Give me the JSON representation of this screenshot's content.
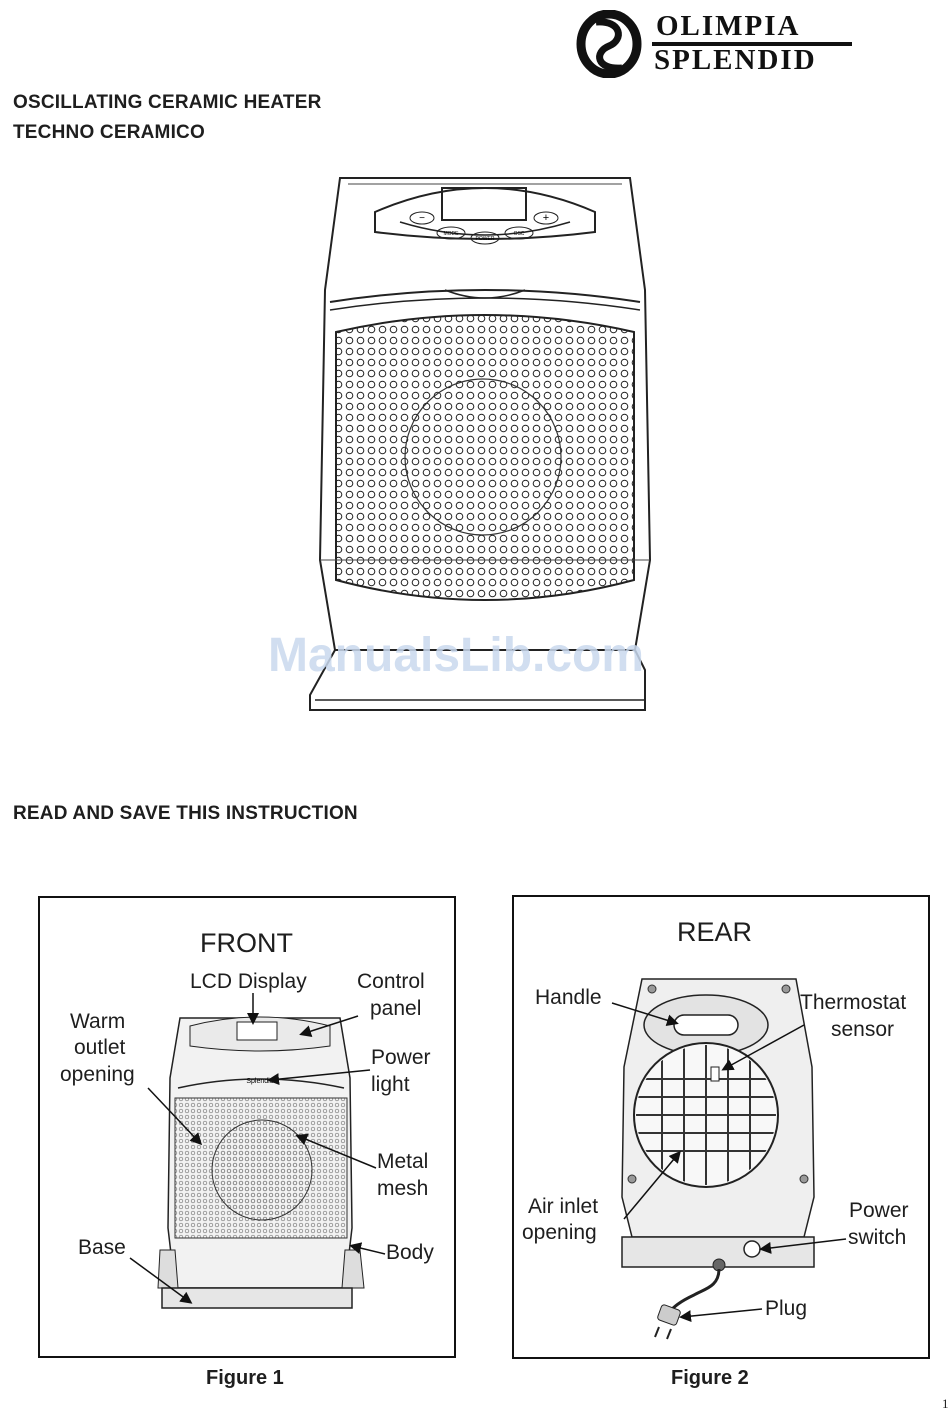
{
  "brand": {
    "line1": "OLIMPIA",
    "line2": "SPLENDID"
  },
  "title_line1": "OSCILLATING CERAMIC HEATER",
  "title_line2": "TECHNO CERAMICO",
  "watermark": "ManualsLib.com",
  "control_panel": {
    "minus": "−",
    "plus": "+",
    "btn_power": "POWER",
    "btn_mode": "MODE",
    "btn_osc": "OSC"
  },
  "instruction": "READ AND SAVE THIS INSTRUCTION",
  "figure1": {
    "title": "FRONT",
    "caption": "Figure 1",
    "badge": "Splendid",
    "labels": {
      "lcd_display": "LCD Display",
      "control_panel_1": "Control",
      "control_panel_2": "panel",
      "warm_outlet_1": "Warm",
      "warm_outlet_2": "outlet",
      "warm_outlet_3": "opening",
      "power_light_1": "Power",
      "power_light_2": "light",
      "metal_mesh_1": "Metal",
      "metal_mesh_2": "mesh",
      "base": "Base",
      "body": "Body"
    }
  },
  "figure2": {
    "title": "REAR",
    "caption": "Figure 2",
    "labels": {
      "handle": "Handle",
      "thermostat_1": "Thermostat",
      "thermostat_2": "sensor",
      "air_inlet_1": "Air inlet",
      "air_inlet_2": "opening",
      "power_switch_1": "Power",
      "power_switch_2": "switch",
      "plug": "Plug"
    }
  },
  "page_number": "1"
}
